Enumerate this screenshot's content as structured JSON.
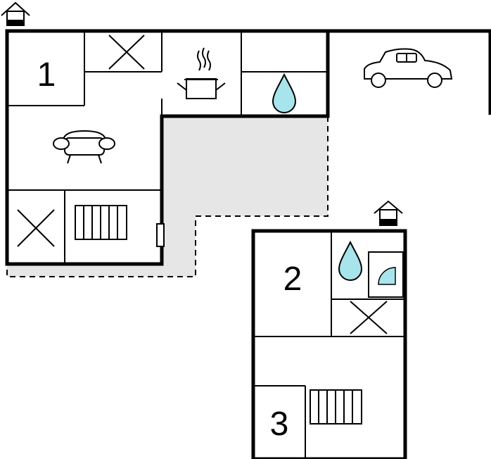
{
  "rooms": [
    {
      "number": "1"
    },
    {
      "number": "2"
    },
    {
      "number": "3"
    }
  ],
  "icons": {
    "entrance": "house-entrance-icon",
    "bed": "bed-cross-icon",
    "kitchen": "cooking-pot-icon",
    "bathroom": "water-drop-icon",
    "shower": "shower-icon",
    "living": "sofa-icon",
    "stairs": "stairs-icon",
    "parking": "car-icon"
  },
  "colors": {
    "walls": "#000000",
    "terrace": "#e6e6e6",
    "water": "#a8e4ec"
  }
}
